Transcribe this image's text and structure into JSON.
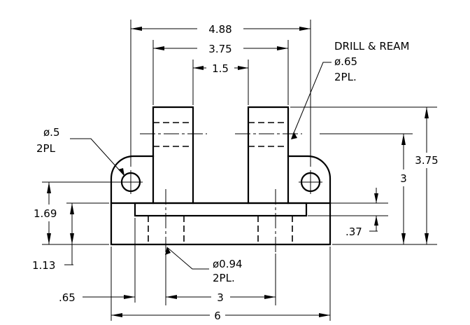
{
  "drawing": {
    "dimensions": {
      "overall_width_top": "4.88",
      "upright_outer": "3.75",
      "upright_inner": "1.5",
      "total_height": "3.75",
      "base_to_hole_height": "3",
      "left_height": "1.69",
      "left_lower": "1.13",
      "plate_thickness": ".37",
      "edge_offset": ".65",
      "bottom_hole_spacing": "3",
      "overall_width_bottom": "6"
    },
    "notes": {
      "drill_ream_line1": "DRILL & REAM",
      "drill_ream_line2": "ø.65",
      "drill_ream_line3": "2PL.",
      "small_hole_line1": "ø.5",
      "small_hole_line2": "2PL",
      "bottom_hole_line1": "ø0.94",
      "bottom_hole_line2": "2PL."
    }
  }
}
